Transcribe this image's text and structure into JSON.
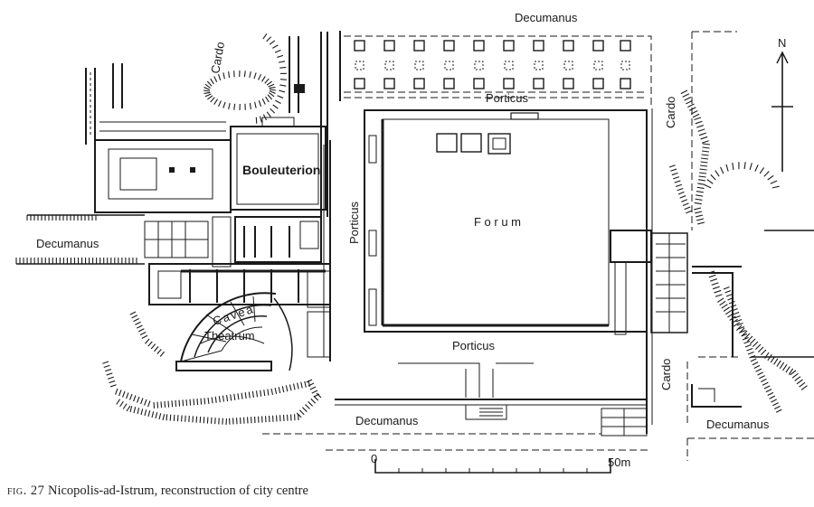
{
  "labels": {
    "decumanus_top": "Decumanus",
    "decumanus_left": "Decumanus",
    "decumanus_bottom": "Decumanus",
    "decumanus_right": "Decumanus",
    "cardo_topleft": "Cardo",
    "cardo_right_upper": "Cardo",
    "cardo_right_lower": "Cardo",
    "porticus_top": "Porticus",
    "porticus_left": "Porticus",
    "porticus_bottom": "Porticus",
    "forum": "F o r u m",
    "bouleuterion": "Bouleuterion",
    "cavea": "Cavea",
    "theatrum": "Theatrum"
  },
  "scale": {
    "start": "0",
    "end": "50m"
  },
  "north": "N",
  "caption": {
    "fig": "fig. 27",
    "text": "Nicopolis-ad-Istrum, reconstruction of city centre"
  }
}
